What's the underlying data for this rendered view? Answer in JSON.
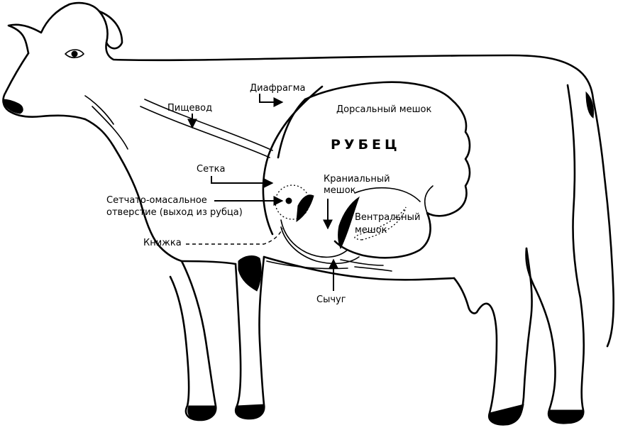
{
  "labels": {
    "diaphragm": "Диафрагма",
    "esophagus": "Пищевод",
    "dorsal_sac": "Дорсальный мешок",
    "rumen": "РУБЕЦ",
    "reticulum": "Сетка",
    "cranial_sac_line1": "Краниальный",
    "cranial_sac_line2": "мешок",
    "reticulo_omasal_line1": "Сетчато-омасальное",
    "reticulo_omasal_line2": "отверстие (выход из рубца)",
    "ventral_sac_line1": "Вентральный",
    "ventral_sac_line2": "мешок",
    "omasum": "Книжка",
    "abomasum": "Сычуг"
  },
  "colors": {
    "ink": "#000000",
    "background": "#ffffff"
  }
}
